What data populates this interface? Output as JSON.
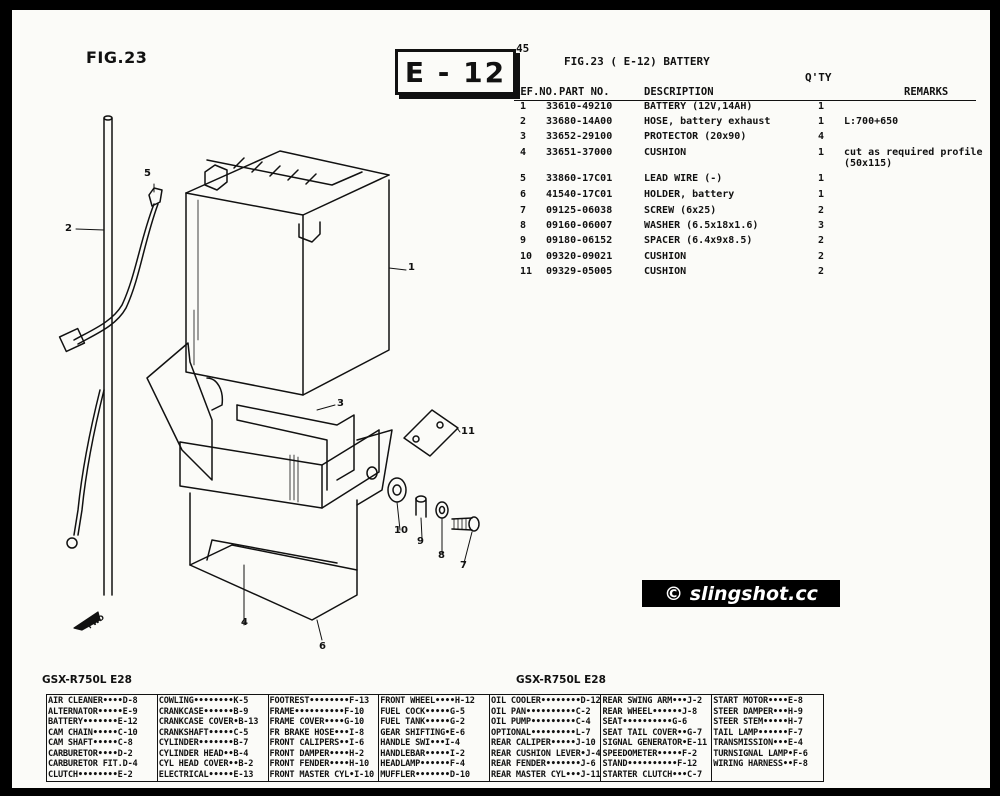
{
  "header": {
    "fig_label": "FIG.23",
    "section_code": "E - 12",
    "page_number": "45",
    "fig_title": "FIG.23 (  E-12) BATTERY",
    "qty_label": "Q'TY"
  },
  "parts_table": {
    "columns": {
      "ref_no": "REF.NO.",
      "part_no": "PART NO.",
      "description": "DESCRIPTION",
      "remarks": "REMARKS"
    },
    "rows": [
      {
        "ref": "1",
        "part": "33610-49210",
        "desc": "BATTERY (12V,14AH)",
        "qty": "1",
        "remarks": ""
      },
      {
        "ref": "2",
        "part": "33680-14A00",
        "desc": "HOSE, battery exhaust",
        "qty": "1",
        "remarks": "L:700+650"
      },
      {
        "ref": "3",
        "part": "33652-29100",
        "desc": "PROTECTOR (20x90)",
        "qty": "4",
        "remarks": ""
      },
      {
        "ref": "4",
        "part": "33651-37000",
        "desc": "CUSHION",
        "qty": "1",
        "remarks": "cut as required profile\n(50x115)"
      },
      {
        "ref": "5",
        "part": "33860-17C01",
        "desc": "LEAD WIRE (-)",
        "qty": "1",
        "remarks": ""
      },
      {
        "ref": "6",
        "part": "41540-17C01",
        "desc": "HOLDER, battery",
        "qty": "1",
        "remarks": ""
      },
      {
        "ref": "7",
        "part": "09125-06038",
        "desc": "SCREW (6x25)",
        "qty": "2",
        "remarks": ""
      },
      {
        "ref": "8",
        "part": "09160-06007",
        "desc": "WASHER (6.5x18x1.6)",
        "qty": "3",
        "remarks": ""
      },
      {
        "ref": "9",
        "part": "09180-06152",
        "desc": "SPACER (6.4x9x8.5)",
        "qty": "2",
        "remarks": ""
      },
      {
        "ref": "10",
        "part": "09320-09021",
        "desc": "CUSHION",
        "qty": "2",
        "remarks": ""
      },
      {
        "ref": "11",
        "part": "09329-05005",
        "desc": "CUSHION",
        "qty": "2",
        "remarks": ""
      }
    ]
  },
  "diagram": {
    "callouts": [
      "1",
      "2",
      "3",
      "4",
      "5",
      "6",
      "7",
      "8",
      "9",
      "10",
      "11"
    ],
    "front_marker": "FWD"
  },
  "watermark": "© slingshot.cc",
  "footer": {
    "model_left": "GSX-R750L E28",
    "model_right": "GSX-R750L E28"
  },
  "index": [
    [
      "AIR CLEANER••••D-8",
      "ALTERNATOR•••••E-9",
      "BATTERY•••••••E-12",
      "CAM CHAIN•••••C-10",
      "CAM SHAFT•••••C-8",
      "CARBURETOR••••D-2",
      "CARBURETOR FIT.D-4",
      "CLUTCH••••••••E-2"
    ],
    [
      "COWLING••••••••K-5",
      "CRANKCASE••••••B-9",
      "CRANKCASE COVER•B-13",
      "CRANKSHAFT•••••C-5",
      "CYLINDER•••••••B-7",
      "CYLINDER HEAD••B-4",
      "CYL HEAD COVER••B-2",
      "ELECTRICAL•••••E-13"
    ],
    [
      "FOOTREST••••••••F-13",
      "FRAME••••••••••F-10",
      "FRAME COVER••••G-10",
      "FR BRAKE HOSE•••I-8",
      "FRONT CALIPERS••I-6",
      "FRONT DAMPER••••H-2",
      "FRONT FENDER••••H-10",
      "FRONT MASTER CYL•I-10"
    ],
    [
      "FRONT WHEEL••••H-12",
      "FUEL COCK•••••G-5",
      "FUEL TANK•••••G-2",
      "GEAR SHIFTING•E-6",
      "HANDLE SWI•••I-4",
      "HANDLEBAR•••••I-2",
      "HEADLAMP••••••F-4",
      "MUFFLER•••••••D-10"
    ],
    [
      "OIL COOLER••••••••D-12",
      "OIL PAN••••••••••C-2",
      "OIL PUMP•••••••••C-4",
      "OPTIONAL•••••••••L-7",
      "REAR CALIPER•••••J-10",
      "REAR CUSHION LEVER•J-4",
      "REAR FENDER•••••••J-6",
      "REAR MASTER CYL•••J-11"
    ],
    [
      "REAR SWING ARM•••J-2",
      "REAR WHEEL••••••J-8",
      "SEAT••••••••••G-6",
      "SEAT TAIL COVER••G-7",
      "SIGNAL GENERATOR•E-11",
      "SPEEDOMETER•••••F-2",
      "STAND••••••••••F-12",
      "STARTER CLUTCH•••C-7"
    ],
    [
      "START MOTOR••••E-8",
      "STEER DAMPER•••H-9",
      "STEER STEM•••••H-7",
      "TAIL LAMP••••••F-7",
      "TRANSMISSION•••E-4",
      "TURNSIGNAL LAMP•F-6",
      "WIRING HARNESS••F-8",
      ""
    ]
  ]
}
